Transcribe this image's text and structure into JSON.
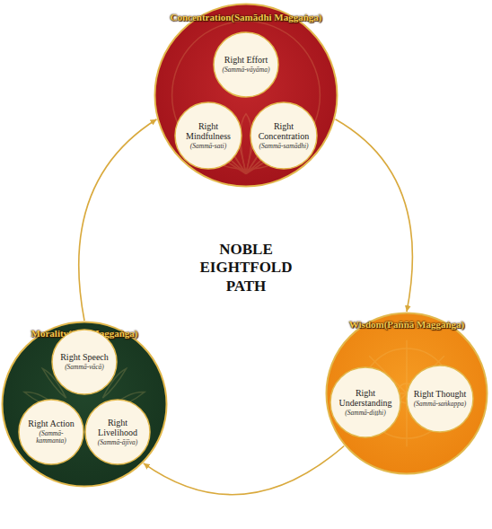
{
  "diagram": {
    "title": "NOBLE EIGHTFOLD PATH",
    "nodes": [
      {
        "text": [
          "Concentration(Samādhi Maggaṅga)"
        ]
      },
      {
        "text": [
          "Right Effort",
          "(Sammā-vāyāma)"
        ],
        "in": 0
      },
      {
        "text": [
          "Right Mindfulness",
          "(Sammā-sati)"
        ],
        "in": 0
      },
      {
        "text": [
          "Right Concentration",
          "(Sammā-samādhi)"
        ],
        "in": 0
      },
      {
        "text": [
          "Wisdom(Paññā Maggaṅga)"
        ]
      },
      {
        "text": [
          "Right Understanding",
          "(Sammā-diṭṭhi)"
        ],
        "in": 4
      },
      {
        "text": [
          "Right Thought",
          "(Sammā-saṅkappa)"
        ],
        "in": 4
      },
      {
        "text": [
          "Morality(Sila Maggaṅga)"
        ]
      },
      {
        "text": [
          "Right Speech",
          "(Sammā-vācā)"
        ],
        "in": 7
      },
      {
        "text": [
          "Right Action",
          "(Sammā-kammanta)"
        ],
        "in": 7
      },
      {
        "text": [
          "Right Livelihood",
          "(Sammā-ājīva)"
        ],
        "in": 7
      }
    ],
    "edges": [
      {
        "from": 0,
        "to": 4,
        "arrow": "to"
      },
      {
        "from": 4,
        "to": 7,
        "arrow": "to"
      },
      {
        "from": 7,
        "to": 0,
        "arrow": "to"
      }
    ]
  }
}
